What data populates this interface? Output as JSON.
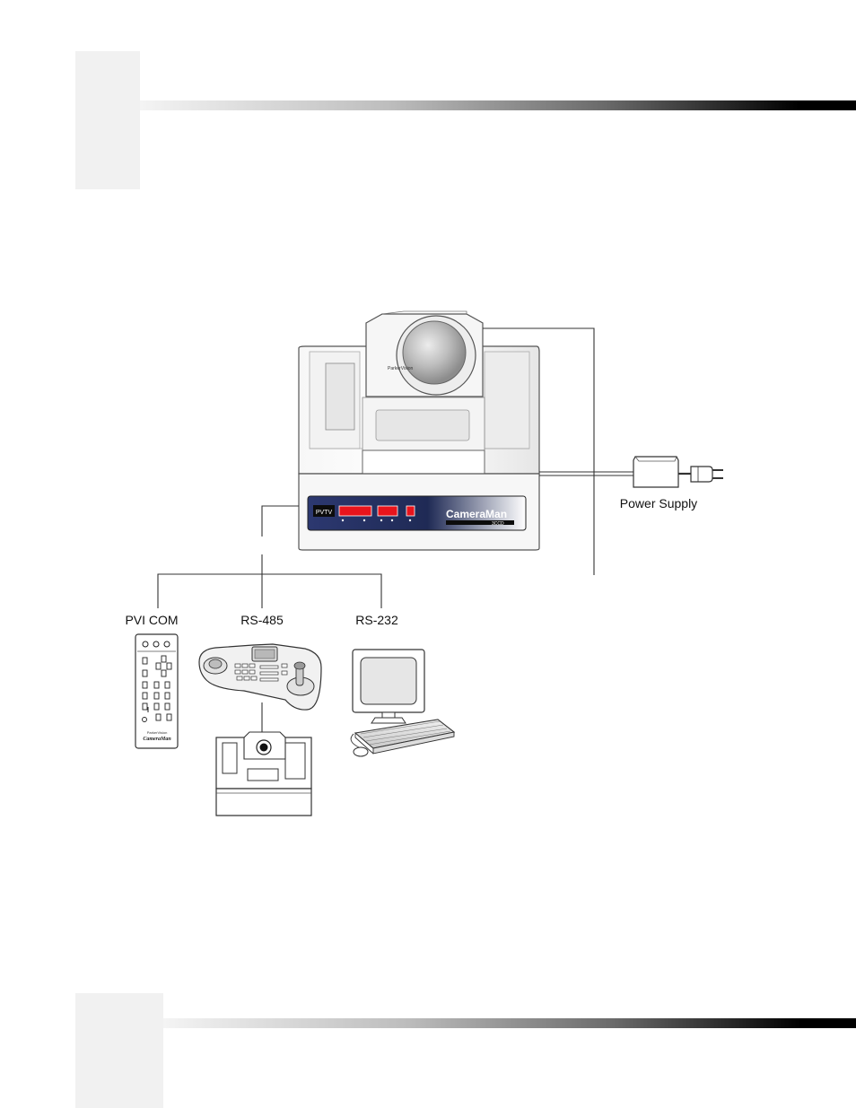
{
  "labels": {
    "power_supply": "Power Supply",
    "pvi_com": "PVI COM",
    "rs485": "RS-485",
    "rs232": "RS-232"
  },
  "camera": {
    "brand_badge": "PVTV",
    "model_name": "CameraMan",
    "model_sub": "3CCD",
    "head_brand": "ParkerVision"
  },
  "remote": {
    "brand_line": "ParkerVision",
    "model_name": "CameraMan"
  },
  "colors": {
    "panel_navy": "#1f2a55",
    "button_red": "#e8141c",
    "line": "#333333"
  }
}
